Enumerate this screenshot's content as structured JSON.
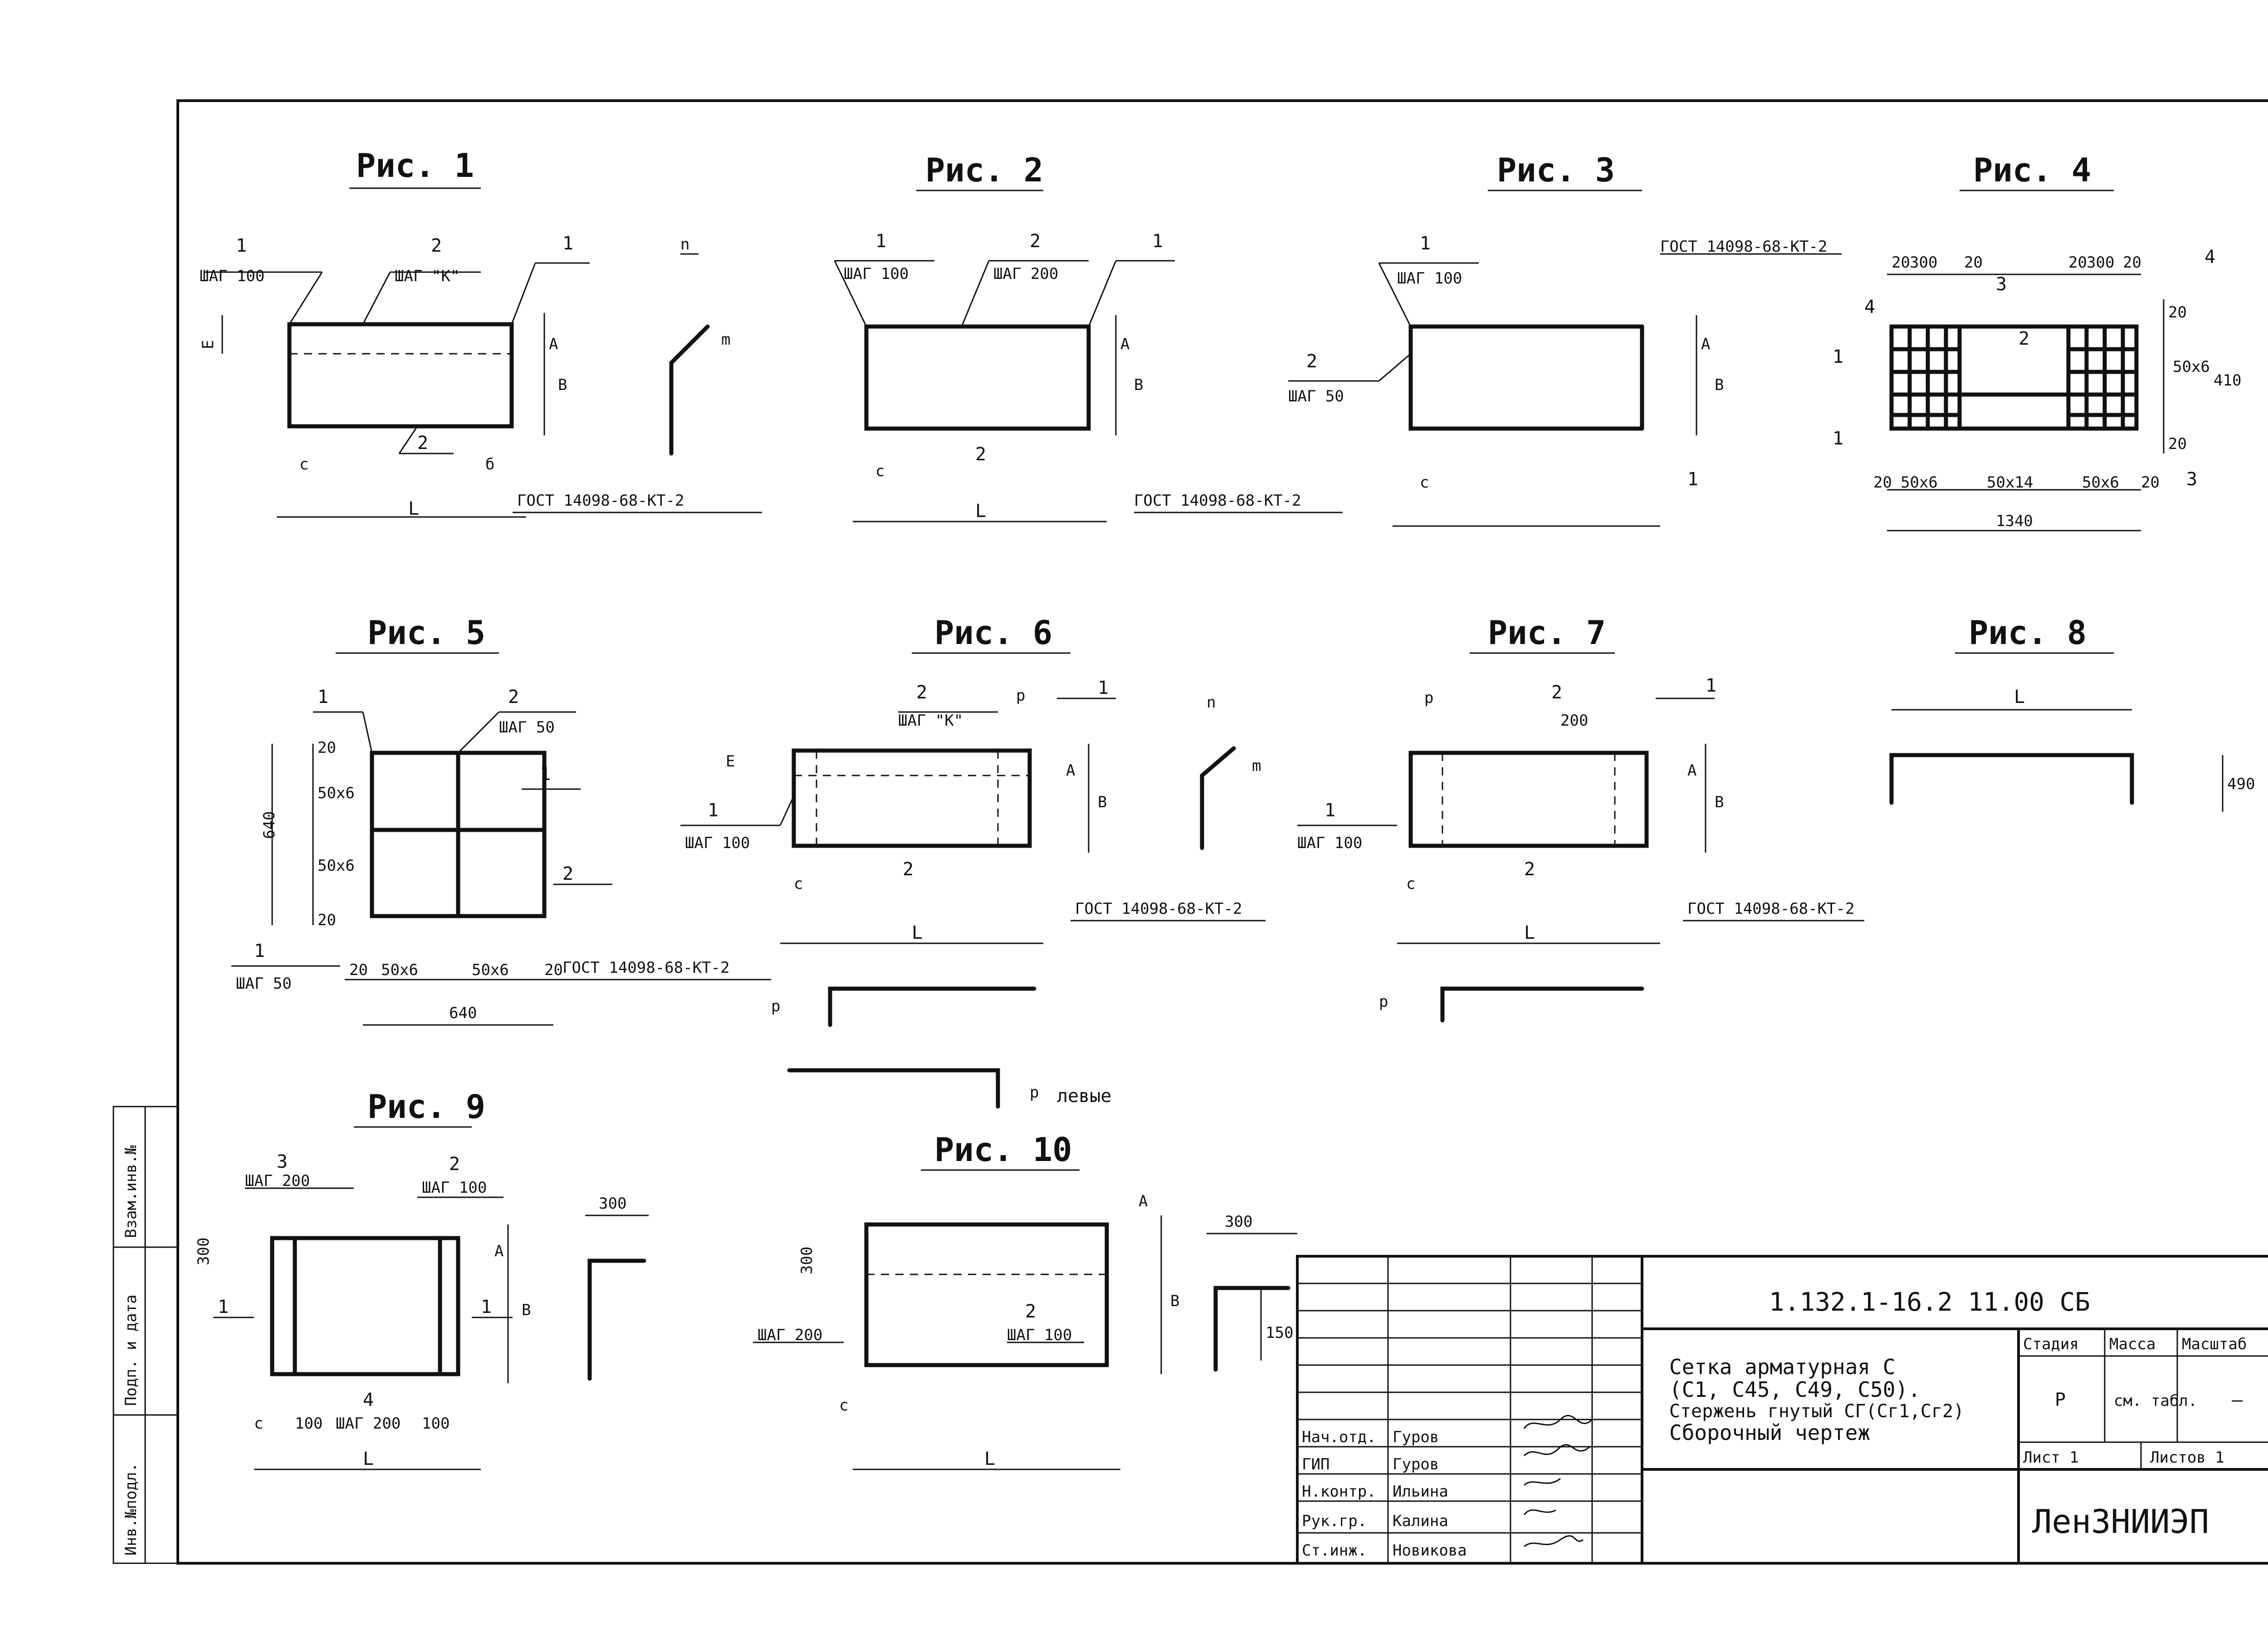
{
  "figures": {
    "fig1": {
      "title": "Рис. 1",
      "pos1": "1",
      "step1": "ШАГ 100",
      "pos2": "2",
      "step2": "ШАГ \"К\"",
      "pos1b": "1",
      "pos2b": "2",
      "E": "E",
      "A": "A",
      "B": "B",
      "c": "с",
      "b": "б",
      "L": "L",
      "n": "n",
      "m": "m",
      "gost": "ГОСТ 14098-68-КТ-2"
    },
    "fig2": {
      "title": "Рис. 2",
      "pos1": "1",
      "step1": "ШАГ 100",
      "pos2": "2",
      "step2": "ШАГ 200",
      "pos1b": "1",
      "pos2b": "2",
      "A": "A",
      "B": "B",
      "c": "с",
      "L": "L",
      "gost": "ГОСТ 14098-68-КТ-2"
    },
    "fig3": {
      "title": "Рис. 3",
      "pos1": "1",
      "step1": "ШАГ 100",
      "pos2": "2",
      "step2": "ШАГ 50",
      "A": "A",
      "B": "B",
      "c": "с",
      "posB": "1",
      "gost": "ГОСТ 14098-68-КТ-2"
    },
    "fig4": {
      "title": "Рис. 4",
      "d1": "20",
      "d2": "300",
      "d3": "20",
      "d4": "20",
      "d5": "300",
      "d6": "20",
      "pos4a": "4",
      "pos3a": "3",
      "pos1a": "1",
      "pos2": "2",
      "pos1b": "1",
      "pos4b": "4",
      "pos3b": "3",
      "b1": "20",
      "b2": "50x6",
      "b3": "50x14",
      "b4": "50x6",
      "b5": "20",
      "total": "1340",
      "v1": "20",
      "v2": "50x6",
      "v3": "20",
      "v4": "410"
    },
    "fig5": {
      "title": "Рис. 5",
      "pos1": "1",
      "pos2": "2",
      "step2": "ШАГ 50",
      "pos1b": "1",
      "pos2b": "2",
      "pos1c": "1",
      "step1c": "ШАГ 50",
      "h": "640",
      "v1": "20",
      "v2": "50x6",
      "v3": "50x6",
      "v4": "20",
      "b1": "20",
      "b2": "50x6",
      "b3": "50x6",
      "b4": "20",
      "w": "640",
      "gost": "ГОСТ 14098-68-КТ-2"
    },
    "fig6": {
      "title": "Рис. 6",
      "pos2": "2",
      "step2": "ШАГ \"К\"",
      "p": "р",
      "pos1": "1",
      "pos1b": "1",
      "step1b": "ШАГ 100",
      "E": "E",
      "A": "A",
      "B": "B",
      "n": "n",
      "m": "m",
      "c": "с",
      "pos2b": "2",
      "L": "L",
      "gost": "ГОСТ 14098-68-КТ-2",
      "p2": "р",
      "p3": "р",
      "left": "левые"
    },
    "fig7": {
      "title": "Рис. 7",
      "p": "р",
      "pos2": "2",
      "step2": "200",
      "pos1": "1",
      "pos1b": "1",
      "step1b": "ШАГ 100",
      "A": "A",
      "B": "B",
      "c": "с",
      "pos2b": "2",
      "L": "L",
      "gost": "ГОСТ 14098-68-КТ-2",
      "p2": "р"
    },
    "fig8": {
      "title": "Рис. 8",
      "L": "L",
      "h": "490"
    },
    "fig9": {
      "title": "Рис. 9",
      "pos3": "3",
      "step3": "ШАГ 200",
      "pos2": "2",
      "step2": "ШАГ 100",
      "d300": "300",
      "pos1": "1",
      "pos1b": "1",
      "A": "A",
      "B": "B",
      "pos4": "4",
      "step4": "ШАГ 200",
      "b1": "100",
      "b2": "100",
      "c": "с",
      "L": "L",
      "d300b": "300"
    },
    "fig10": {
      "title": "Рис. 10",
      "d300": "300",
      "pos2": "2",
      "step2": "ШАГ 100",
      "step1": "ШАГ 200",
      "A": "A",
      "B": "B",
      "c": "с",
      "L": "L",
      "d300b": "300",
      "d150": "150"
    }
  },
  "left_stamp": {
    "col1": "Инв.№подл.",
    "col2": "Подп. и дата",
    "col3": "Взам.инв.№"
  },
  "title_block": {
    "designation": "1.132.1-16.2  11.00 СБ",
    "name_line1": "Сетка арматурная С",
    "name_line2": "(С1, С45, С49, С50).",
    "name_line3": "Стержень гнутый СГ(Сг1,Сг2)",
    "name_line4": "Сборочный чертеж",
    "stage_h": "Стадия",
    "mass_h": "Масса",
    "scale_h": "Масштаб",
    "stage_v": "Р",
    "mass_v": "см. табл.",
    "scale_v": "—",
    "sheet": "Лист 1",
    "sheets": "Листов 1",
    "org": "ЛенЗНИИЭП",
    "roles": [
      {
        "role": "Нач.отд.",
        "name": "Гуров"
      },
      {
        "role": "ГИП",
        "name": "Гуров"
      },
      {
        "role": "Н.контр.",
        "name": "Ильина"
      },
      {
        "role": "Рук.гр.",
        "name": "Калина"
      },
      {
        "role": "Ст.инж.",
        "name": "Новикова"
      }
    ]
  }
}
